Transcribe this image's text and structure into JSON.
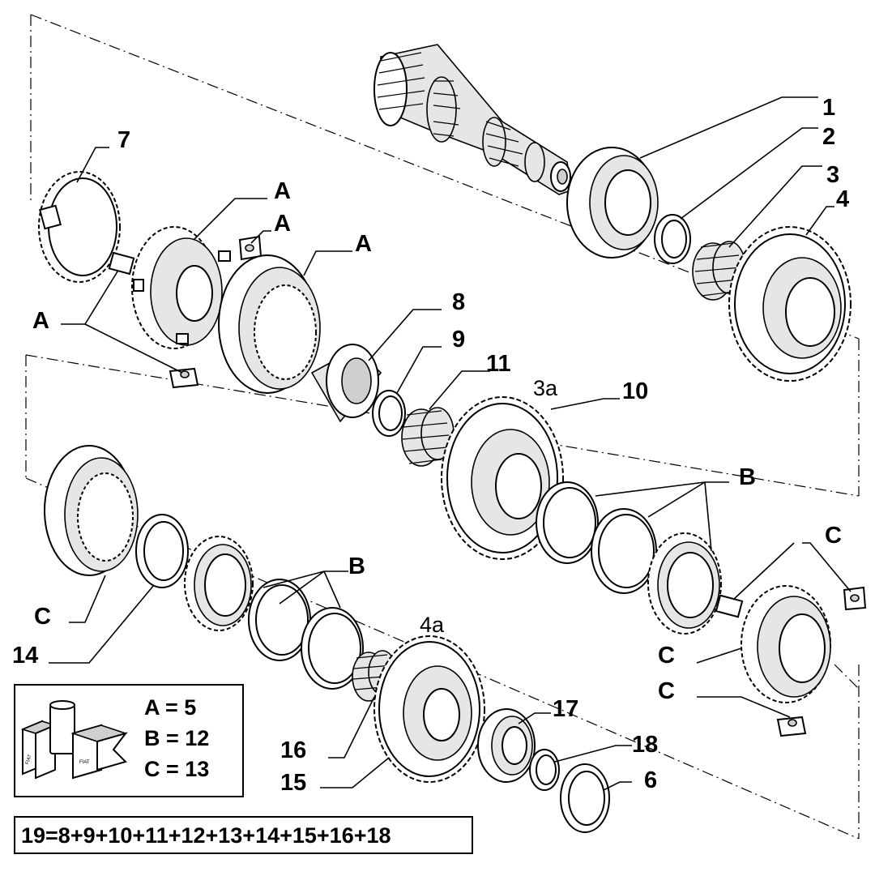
{
  "callouts": {
    "c1": "1",
    "c2": "2",
    "c3": "3",
    "c4": "4",
    "c6": "6",
    "c7": "7",
    "c8": "8",
    "c9": "9",
    "c10": "10",
    "c11": "11",
    "c14": "14",
    "c15": "15",
    "c16": "16",
    "c17": "17",
    "c18": "18",
    "a1": "A",
    "a2": "A",
    "a3": "A",
    "a4": "A",
    "b1": "B",
    "b2": "B",
    "cc1": "C",
    "cc2": "C",
    "cc3": "C",
    "cc4": "C",
    "s3a": "3a",
    "s4a": "4a"
  },
  "legend": {
    "line1": "A = 5",
    "line2": "B = 12",
    "line3": "C = 13",
    "logo_text": "FIAT"
  },
  "formula": "19=8+9+10+11+12+13+14+15+16+18"
}
